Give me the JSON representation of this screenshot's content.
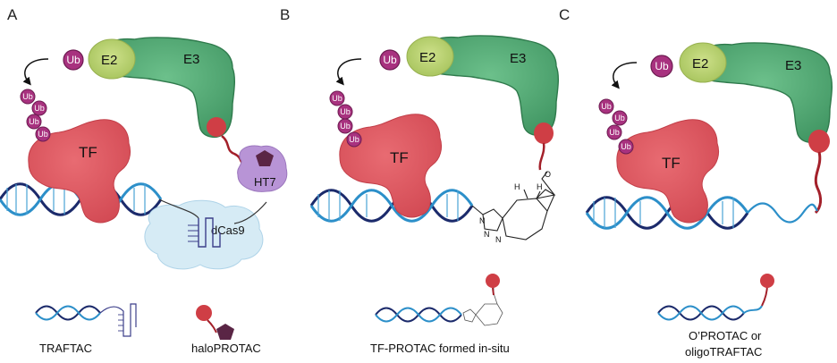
{
  "panels": [
    {
      "letter": "A",
      "ub_labels": [
        "Ub",
        "Ub",
        "Ub",
        "Ub",
        "Ub"
      ],
      "e2": "E2",
      "e3": "E3",
      "tf": "TF",
      "ht7": "HT7",
      "dcas9": "dCas9",
      "caption_left": "TRAFTAC",
      "caption_right": "haloPROTAC"
    },
    {
      "letter": "B",
      "ub_labels": [
        "Ub",
        "Ub",
        "Ub",
        "Ub",
        "Ub"
      ],
      "e2": "E2",
      "e3": "E3",
      "tf": "TF",
      "linker_atoms": {
        "h1": "H",
        "h2": "H",
        "o": "O",
        "n1": "N",
        "n2": "N",
        "n3": "N"
      },
      "caption": "TF-PROTAC formed in-situ"
    },
    {
      "letter": "C",
      "ub_labels": [
        "Ub",
        "Ub",
        "Ub",
        "Ub",
        "Ub"
      ],
      "e2": "E2",
      "e3": "E3",
      "tf": "TF",
      "caption_line1": "O’PROTAC or",
      "caption_line2": "oligoTRAFTAC"
    }
  ],
  "colors": {
    "ub": "#a8327f",
    "e2": "#b4cf6a",
    "e3": "#4fa872",
    "tf": "#d9505a",
    "ligand": "#cf3e45",
    "linker": "#a3202a",
    "ht7": "#b894d6",
    "pentagon": "#5a2545",
    "dcas9": "#cfe6f3",
    "dna_dark": "#1b2a6b",
    "dna_light": "#2c8fc9"
  }
}
